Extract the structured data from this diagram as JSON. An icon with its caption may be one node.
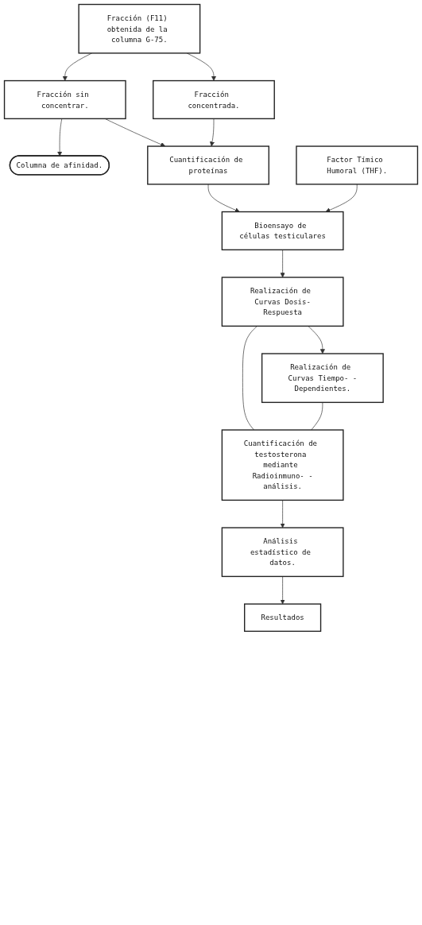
{
  "diagram": {
    "nodes": [
      {
        "text": [
          "Fracción (F11) obtenida de la columna G-75."
        ]
      },
      {
        "text": [
          "Fracción sin concentrar."
        ]
      },
      {
        "text": [
          "Fracción concentrada."
        ]
      },
      {
        "text": [
          "Columna de afinidad."
        ]
      },
      {
        "text": [
          "Cuantificación de proteínas"
        ]
      },
      {
        "text": [
          "Bioensayo de células testiculares"
        ]
      },
      {
        "text": [
          "Factor Tímico Humoral (THF)."
        ]
      },
      {
        "text": [
          "Realización de Curvas Dosis-Respuesta"
        ]
      },
      {
        "text": [
          "Realización de Curvas Tiempo- -Dependientes."
        ]
      },
      {
        "text": [
          "Cuantificación de testosterona mediante Radioinmuno- -análisis."
        ]
      },
      {
        "text": [
          "Análisis estadístico de datos."
        ]
      },
      {
        "text": [
          "Resultados"
        ]
      }
    ],
    "edges": [
      {
        "from": 0,
        "to": 1,
        "arrow": "to"
      },
      {
        "from": 0,
        "to": 2,
        "arrow": "to"
      },
      {
        "from": 1,
        "to": 3,
        "arrow": "to"
      },
      {
        "from": 1,
        "to": 4,
        "arrow": "to"
      },
      {
        "from": 2,
        "to": 4,
        "arrow": "to"
      },
      {
        "from": 4,
        "to": 5,
        "arrow": "to"
      },
      {
        "from": 6,
        "to": 5,
        "arrow": "to"
      },
      {
        "from": 5,
        "to": 7,
        "arrow": "to"
      },
      {
        "from": 7,
        "to": 8,
        "arrow": "to"
      },
      {
        "from": 7,
        "to": 9,
        "arrow": "none"
      },
      {
        "from": 8,
        "to": 9,
        "arrow": "none"
      },
      {
        "from": 9,
        "to": 10,
        "arrow": "to"
      },
      {
        "from": 10,
        "to": 11,
        "arrow": "to"
      }
    ]
  }
}
